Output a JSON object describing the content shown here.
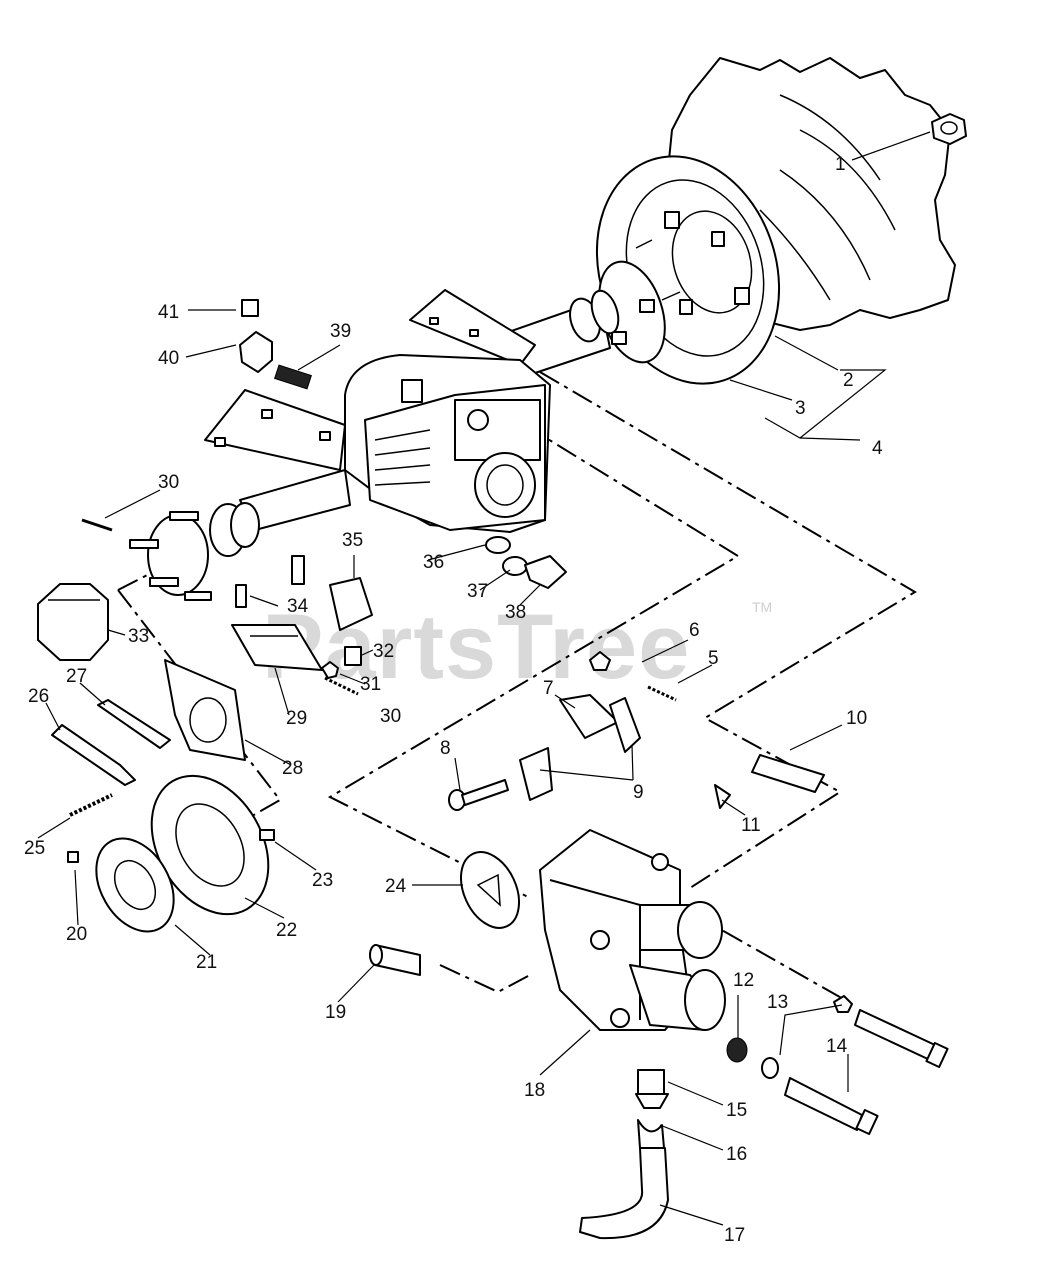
{
  "watermark": {
    "text": "PartsTree",
    "trademark": "TM"
  },
  "callouts": {
    "c1": "1",
    "c2": "2",
    "c3": "3",
    "c4": "4",
    "c5": "5",
    "c6": "6",
    "c7": "7",
    "c8": "8",
    "c9": "9",
    "c10": "10",
    "c11": "11",
    "c12": "12",
    "c13": "13",
    "c14": "14",
    "c15": "15",
    "c16": "16",
    "c17": "17",
    "c18": "18",
    "c19": "19",
    "c20": "20",
    "c21": "21",
    "c22": "22",
    "c23": "23",
    "c24": "24",
    "c25": "25",
    "c26": "26",
    "c27": "27",
    "c28": "28",
    "c29": "29",
    "c30a": "30",
    "c30b": "30",
    "c31": "31",
    "c32": "32",
    "c33": "33",
    "c34": "34",
    "c35": "35",
    "c36": "36",
    "c37": "37",
    "c38": "38",
    "c39": "39",
    "c40": "40",
    "c41": "41"
  }
}
